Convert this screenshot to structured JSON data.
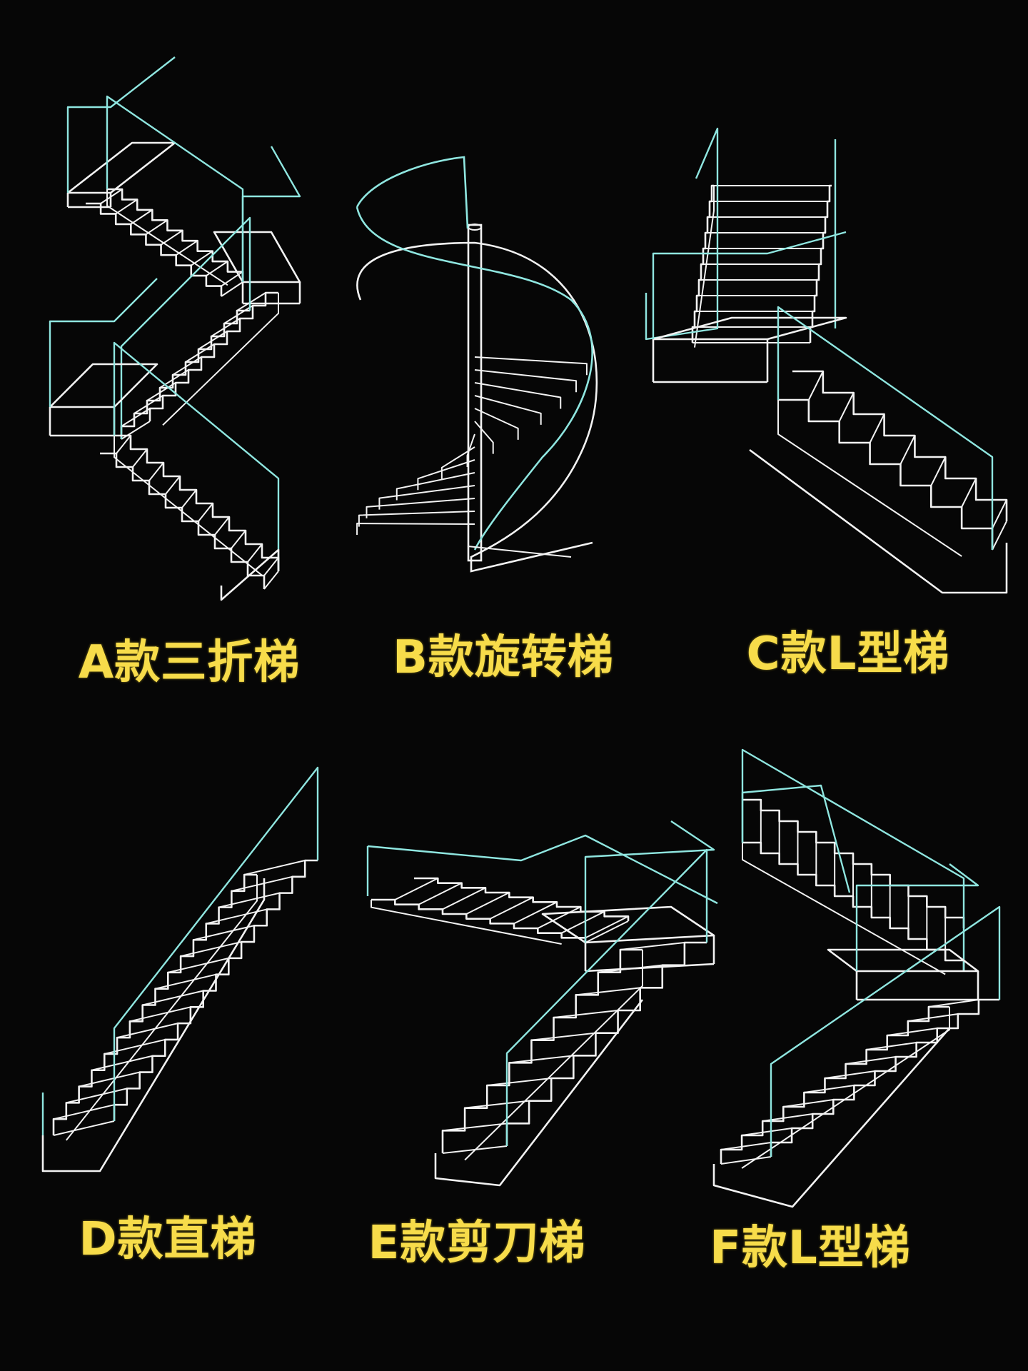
{
  "colors": {
    "background": "#060606",
    "steps": "#f2f2f2",
    "glass": "#8fe6e0",
    "label": "#f7dc4a"
  },
  "stairs": [
    {
      "id": "A",
      "label": "A款三折梯"
    },
    {
      "id": "B",
      "label": "B款旋转梯"
    },
    {
      "id": "C",
      "label": "C款L型梯"
    },
    {
      "id": "D",
      "label": "D款直梯"
    },
    {
      "id": "E",
      "label": "E款剪刀梯"
    },
    {
      "id": "F",
      "label": "F款L型梯"
    }
  ]
}
